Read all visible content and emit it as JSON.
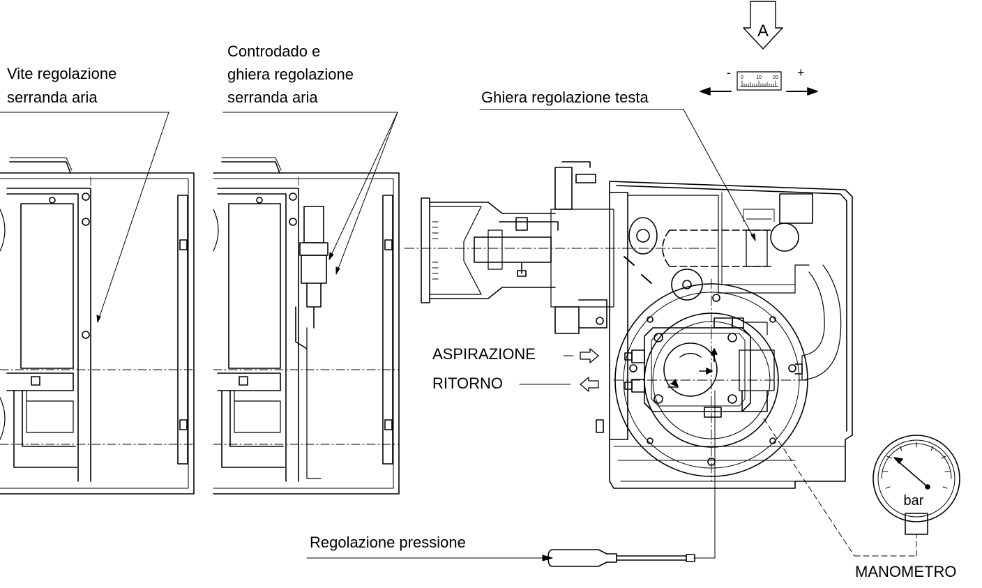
{
  "labels": {
    "vite_line1": "Vite regolazione",
    "vite_line2": "serranda aria",
    "contro_line1": "Controdado e",
    "contro_line2": "ghiera regolazione",
    "contro_line3": "serranda aria",
    "ghiera_testa": "Ghiera regolazione testa",
    "aspirazione": "ASPIRAZIONE",
    "ritorno": "RITORNO",
    "regolazione_pressione": "Regolazione pressione",
    "manometro": "MANOMETRO",
    "gauge_unit": "bar",
    "view_letter": "A",
    "scale_minus": "-",
    "scale_plus": "+",
    "scale_ticks": [
      "0",
      "10",
      "20"
    ]
  },
  "colors": {
    "line": "#000000",
    "background": "#ffffff"
  },
  "icons": [
    "view-arrow-a-icon",
    "scale-arrow-left-icon",
    "scale-arrow-right-icon",
    "pressure-gauge-icon",
    "screwdriver-icon",
    "aspirazione-arrow-icon",
    "ritorno-arrow-icon"
  ]
}
